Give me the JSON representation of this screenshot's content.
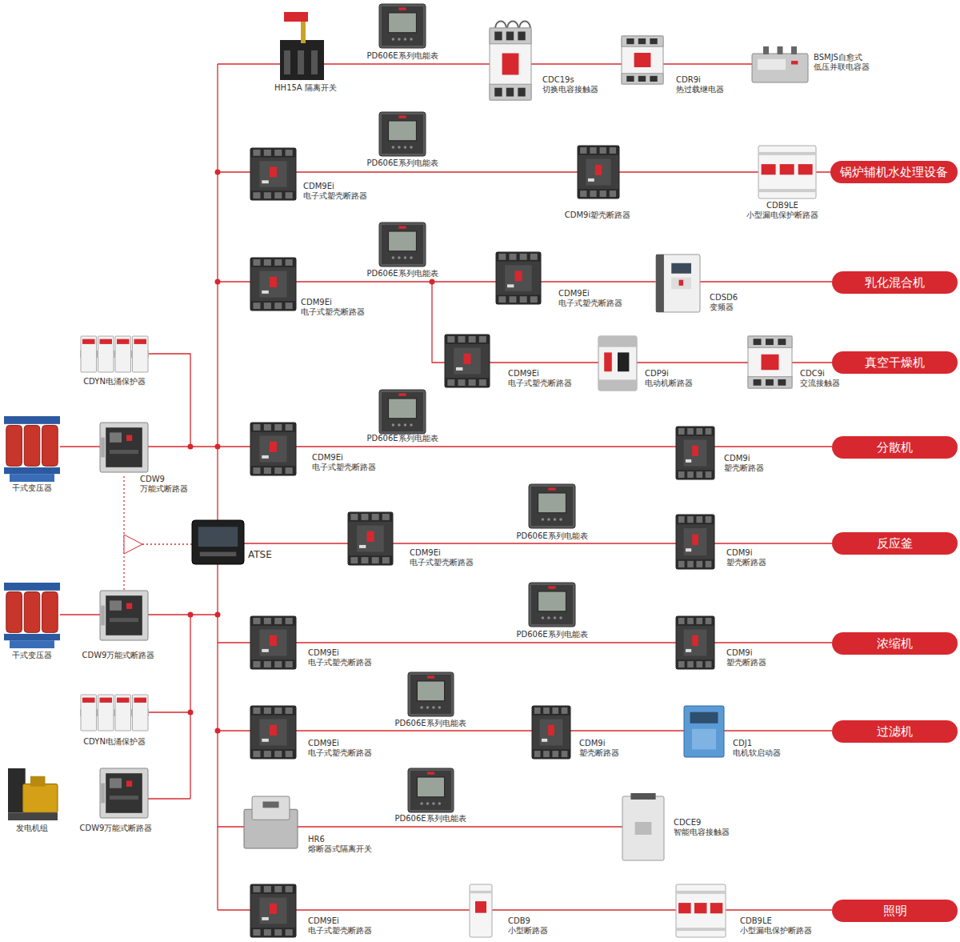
{
  "diagram": {
    "nodes": [
      {
        "text": [
          "锅炉辅机水处理设备"
        ]
      },
      {
        "text": [
          "乳化混合机"
        ]
      },
      {
        "text": [
          "真空干燥机"
        ]
      },
      {
        "text": [
          "分散机"
        ]
      },
      {
        "text": [
          "反应釜"
        ]
      },
      {
        "text": [
          "浓缩机"
        ]
      },
      {
        "text": [
          "过滤机"
        ]
      },
      {
        "text": [
          "照明"
        ]
      }
    ],
    "labels": [
      "HH15A 隔离开关",
      "PD606E系列电能表",
      "CDC19s",
      "切换电容接触器",
      "CDR9i",
      "热过载继电器",
      "BSMJS自愈式",
      "低压并联电容器",
      "PD606E系列电能表",
      "CDM9Ei",
      "电子式塑壳断路器",
      "CDM9i塑壳断路器",
      "CDB9LE",
      "小型漏电保护断路器",
      "PD606E系列电能表",
      "CDM9Ei",
      "电子式塑壳断路器",
      "CDM9Ei",
      "电子式塑壳断路器",
      "CDSD6",
      "变频器",
      "CDM9Ei",
      "电子式塑壳断路器",
      "CDP9i",
      "电动机断路器",
      "CDC9i",
      "交流接触器",
      "CDYN电涌保护器",
      "PD606E系列电能表",
      "CDM9Ei",
      "电子式塑壳断路器",
      "CDM9i",
      "塑壳断路器",
      "干式变压器",
      "CDW9",
      "万能式断路器",
      "ATSE",
      "CDM9Ei",
      "电子式塑壳断路器",
      "PD606E系列电能表",
      "CDM9i",
      "塑壳断路器",
      "PD606E系列电能表",
      "CDM9Ei",
      "电子式塑壳断路器",
      "CDM9i",
      "塑壳断路器",
      "干式变压器",
      "CDW9万能式断路器",
      "PD606E系列电能表",
      "CDYN电涌保护器",
      "CDM9Ei",
      "电子式塑壳断路器",
      "CDM9i",
      "塑壳断路器",
      "CDJ1",
      "电机软启动器",
      "PD606E系列电能表",
      "发电机组",
      "CDW9万能式断路器",
      "HR6",
      "熔断器式隔离开关",
      "CDCE9",
      "智能电容接触器",
      "CDM9Ei",
      "电子式塑壳断路器",
      "CDB9",
      "小型断路器",
      "CDB9LE",
      "小型漏电保护断路器"
    ]
  }
}
